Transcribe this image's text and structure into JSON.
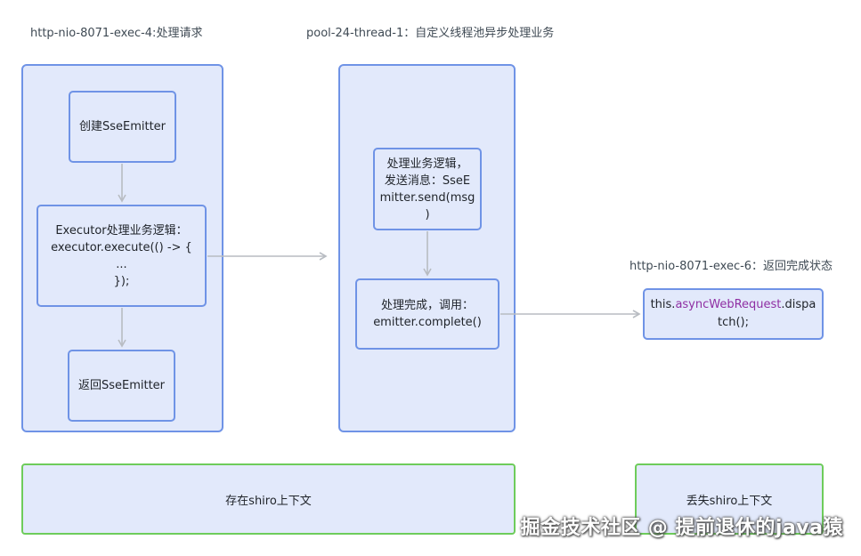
{
  "lanes": {
    "left_title": "http-nio-8071-exec-4:处理请求",
    "middle_title": "pool-24-thread-1：自定义线程池异步处理业务",
    "right_title": "http-nio-8071-exec-6：返回完成状态"
  },
  "nodes": {
    "create_emitter": "创建SseEmitter",
    "executor_logic": "Executor处理业务逻辑：\nexecutor.execute(() -> {\n...\n});",
    "return_emitter": "返回SseEmitter",
    "process_send": "处理业务逻辑，\n发送消息：SseE\nmitter.send(msg\n)",
    "process_complete": "处理完成，调用：\nemitter.complete()",
    "dispatch_this": "this.",
    "dispatch_field": "asyncWebRequest",
    "dispatch_rest": ".dispa",
    "dispatch_line2": "tch();"
  },
  "contexts": {
    "has_shiro": "存在shiro上下文",
    "lost_shiro": "丢失shiro上下文"
  },
  "watermark": "掘金技术社区 @ 提前退休的java猿",
  "colors": {
    "lane_border": "#6f93e6",
    "fill": "#e2e9fb",
    "context_border": "#6ecc5b",
    "arrow": "#b8bcc2"
  }
}
